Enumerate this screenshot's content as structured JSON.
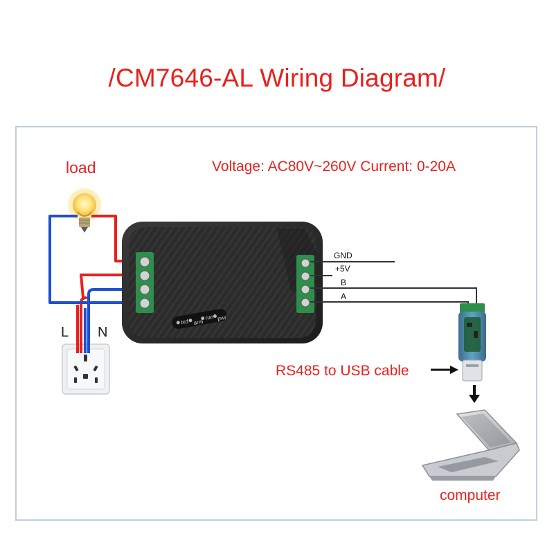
{
  "title": "/CM7646-AL Wiring Diagram/",
  "labels": {
    "load": "load",
    "specs": "Voltage: AC80V~260V Current: 0-20A",
    "live": "L",
    "neutral": "N",
    "converter": "RS485 to USB cable",
    "computer": "computer"
  },
  "rs485_terminals": [
    "GND",
    "+5V",
    "B",
    "A"
  ],
  "device_leds": [
    "txd",
    "arm",
    "run",
    "pwr"
  ],
  "colors": {
    "accent_text": "#e8211c",
    "live_wire": "#e8211c",
    "neutral_wire": "#1f4fd0",
    "signal_wire": "#333333",
    "terminal_block": "#2e8f4a",
    "device_body": "#2a2a2a",
    "frame_border": "#bcd0e2"
  }
}
